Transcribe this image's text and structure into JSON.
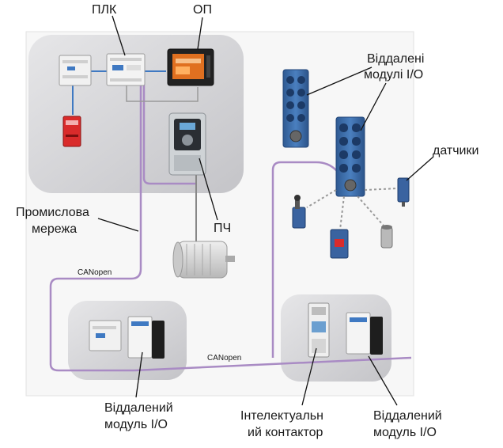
{
  "labels": {
    "plc": "ПЛК",
    "operator_panel": "ОП",
    "remote_io_top_line1": "Віддалені",
    "remote_io_top_line2": "модулі I/O",
    "sensors": "датчики",
    "industrial_net_line1": "Промислова",
    "industrial_net_line2": "мережа",
    "vfd": "ПЧ",
    "canopen_1": "CANopen",
    "canopen_2": "CANopen",
    "remote_io_left_line1": "Віддалений",
    "remote_io_left_line2": "модуль I/O",
    "smart_contactor_line1": "Інтелектуальн",
    "smart_contactor_line2": "ий контактор",
    "remote_io_right_line1": "Віддалений",
    "remote_io_right_line2": "модуль I/O"
  },
  "colors": {
    "network_cable": "#a98bc4",
    "panel_bg": "#d3d3d6",
    "io_module_blue": "#3f6fa8",
    "safety_relay": "#d92b2b",
    "hmi_screen": "#e07020"
  }
}
